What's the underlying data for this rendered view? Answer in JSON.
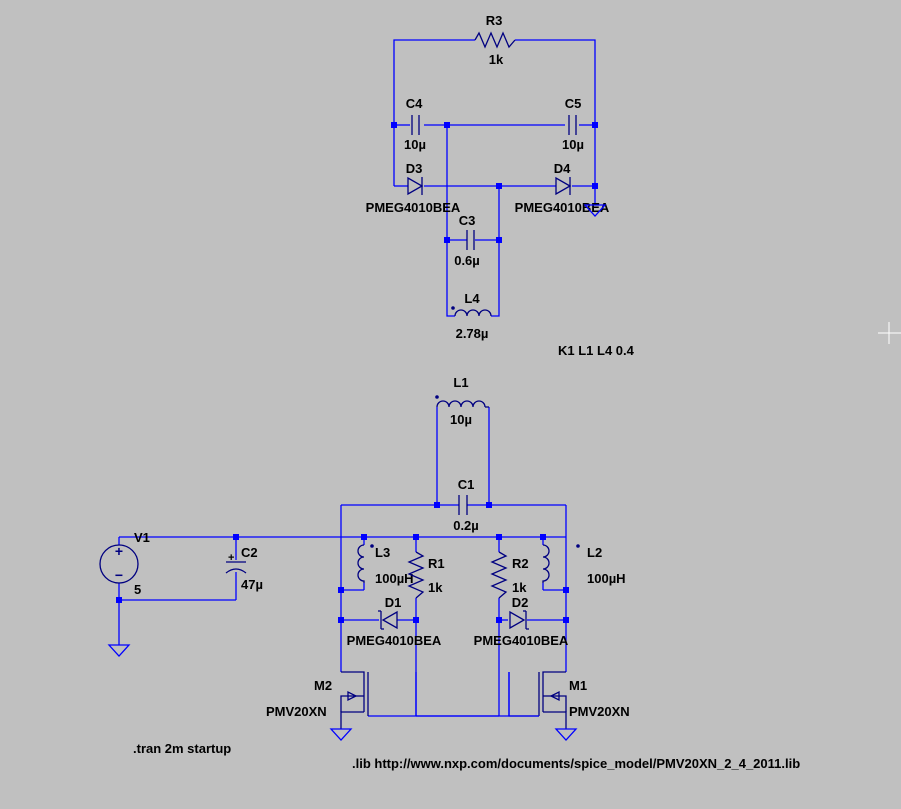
{
  "components": {
    "R3": {
      "name": "R3",
      "value": "1k"
    },
    "C4": {
      "name": "C4",
      "value": "10µ"
    },
    "C5": {
      "name": "C5",
      "value": "10µ"
    },
    "D3": {
      "name": "D3",
      "value": "PMEG4010BEA"
    },
    "D4": {
      "name": "D4",
      "value": "PMEG4010BEA"
    },
    "C3": {
      "name": "C3",
      "value": "0.6µ"
    },
    "L4": {
      "name": "L4",
      "value": "2.78µ"
    },
    "L1": {
      "name": "L1",
      "value": "10µ"
    },
    "C1": {
      "name": "C1",
      "value": "0.2µ"
    },
    "V1": {
      "name": "V1",
      "value": "5"
    },
    "C2": {
      "name": "C2",
      "value": "47µ"
    },
    "L3": {
      "name": "L3",
      "value": "100µH"
    },
    "R1": {
      "name": "R1",
      "value": "1k"
    },
    "R2": {
      "name": "R2",
      "value": "1k"
    },
    "L2": {
      "name": "L2",
      "value": "100µH"
    },
    "D1": {
      "name": "D1",
      "value": "PMEG4010BEA"
    },
    "D2": {
      "name": "D2",
      "value": "PMEG4010BEA"
    },
    "M1": {
      "name": "M1",
      "value": "PMV20XN"
    },
    "M2": {
      "name": "M2",
      "value": "PMV20XN"
    }
  },
  "directives": {
    "coupling": "K1 L1 L4 0.4",
    "tran": ".tran 2m startup",
    "lib": ".lib http://www.nxp.com/documents/spice_model/PMV20XN_2_4_2011.lib"
  },
  "colors": {
    "background": "#c0c0c0",
    "wire": "#0000ff",
    "component": "#000080",
    "text": "#000000"
  }
}
